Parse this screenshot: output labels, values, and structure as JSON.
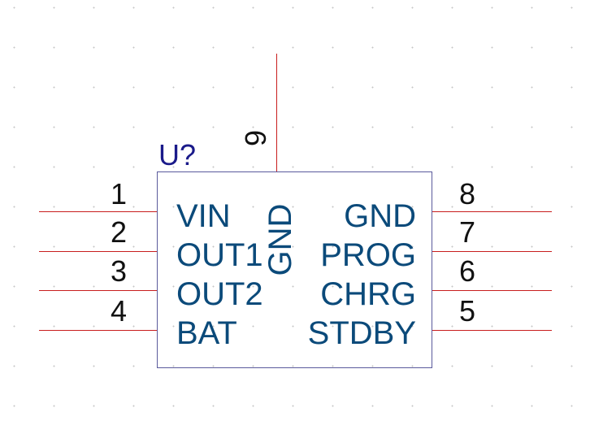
{
  "component": {
    "reference": "U?",
    "left_pins": [
      {
        "number": "1",
        "name": "VIN"
      },
      {
        "number": "2",
        "name": "OUT1"
      },
      {
        "number": "3",
        "name": "OUT2"
      },
      {
        "number": "4",
        "name": "BAT"
      }
    ],
    "right_pins": [
      {
        "number": "8",
        "name": "GND"
      },
      {
        "number": "7",
        "name": "PROG"
      },
      {
        "number": "6",
        "name": "CHRG"
      },
      {
        "number": "5",
        "name": "STDBY"
      }
    ],
    "top_pin": {
      "number": "9",
      "name": "GND"
    }
  },
  "colors": {
    "pin_line": "#c81e1e",
    "pin_name": "#0b4a7a",
    "pin_number": "#111111",
    "body_outline": "#5a5a9c",
    "reference": "#1a1a8a"
  }
}
